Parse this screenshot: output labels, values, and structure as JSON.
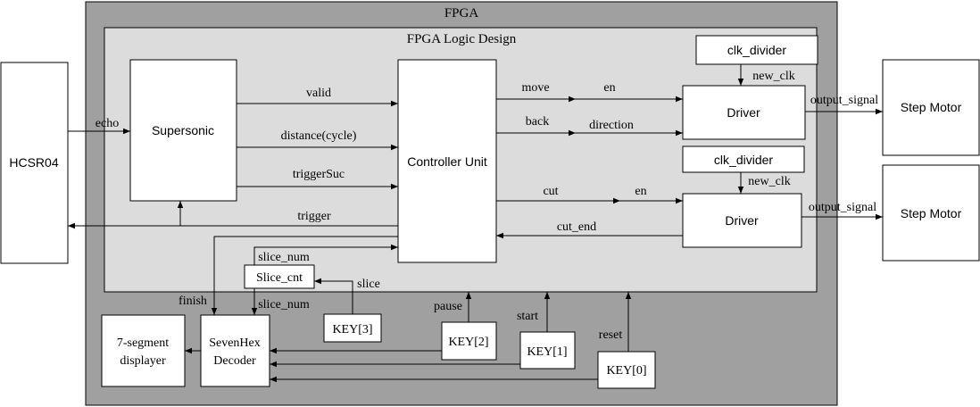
{
  "colors": {
    "fpga_bg": "#a0a0a0",
    "logic_bg": "#dcdcdc",
    "block_fill": "#ffffff",
    "line": "#000000"
  },
  "titles": {
    "fpga": "FPGA",
    "logic": "FPGA Logic Design"
  },
  "blocks": {
    "hcsr04": "HCSR04",
    "supersonic": "Supersonic",
    "controller": "Controller Unit",
    "clk_divider_1": "clk_divider",
    "clk_divider_2": "clk_divider",
    "driver_1": "Driver",
    "driver_2": "Driver",
    "step_motor_1": "Step Motor",
    "step_motor_2": "Step Motor",
    "slice_cnt": "Slice_cnt",
    "seven_hex_line1": "SevenHex",
    "seven_hex_line2": "Decoder",
    "seg_line1": "7-segment",
    "seg_line2": "displayer",
    "key3": "KEY[3]",
    "key2": "KEY[2]",
    "key1": "KEY[1]",
    "key0": "KEY[0]"
  },
  "signals": {
    "echo": "echo",
    "valid": "valid",
    "distance": "distance(cycle)",
    "trigger_suc": "triggerSuc",
    "trigger": "trigger",
    "move": "move",
    "en_1": "en",
    "back": "back",
    "direction": "direction",
    "cut": "cut",
    "en_2": "en",
    "cut_end": "cut_end",
    "new_clk_1": "new_clk",
    "new_clk_2": "new_clk",
    "output_signal_1": "output_signal",
    "output_signal_2": "output_signal",
    "slice_num_1": "slice_num",
    "slice_num_2": "slice_num",
    "slice": "slice",
    "finish": "finish",
    "pause": "pause",
    "start": "start",
    "reset": "reset"
  }
}
